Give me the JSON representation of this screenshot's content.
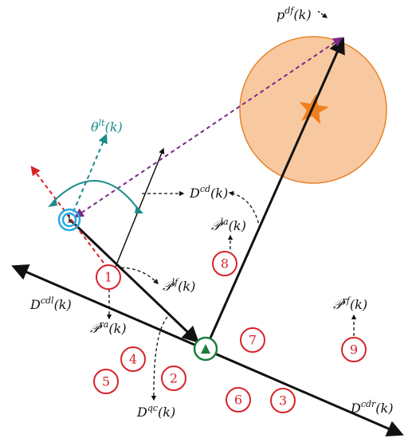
{
  "labels": {
    "p_df": {
      "main": "p",
      "sup": "df",
      "arg": "(k)"
    },
    "theta_lt": {
      "main": "θ",
      "sup": "lt",
      "arg": "(k)"
    },
    "D_cd": {
      "main": "D",
      "sup": "cd",
      "arg": "(k)"
    },
    "P_la": {
      "main": "𝒫",
      "sup": "la",
      "arg": "(k)"
    },
    "P_lf": {
      "main": "𝒫",
      "sup": "lf",
      "arg": "(k)"
    },
    "D_cdl": {
      "main": "D",
      "sup": "cdl",
      "arg": "(k)"
    },
    "P_ra": {
      "main": "𝒫",
      "sup": "ra",
      "arg": "(k)"
    },
    "P_rf": {
      "main": "𝒫",
      "sup": "rf",
      "arg": "(k)"
    },
    "D_qc": {
      "main": "D",
      "sup": "qc",
      "arg": "(k)"
    },
    "D_cdr": {
      "main": "D",
      "sup": "cdr",
      "arg": "(k)"
    }
  },
  "numbered_nodes": [
    "1",
    "2",
    "3",
    "4",
    "5",
    "6",
    "7",
    "8",
    "9"
  ],
  "colors": {
    "red": "#d8232a",
    "green": "#1e7e3a",
    "cyan": "#29a9e0",
    "teal": "#1a8a8a",
    "purple": "#7a2a8a",
    "orange_fill": "#f8c9a0",
    "orange_stroke": "#e8832a",
    "star": "#f07f1f"
  },
  "icons": {
    "target": "star-icon",
    "vehicle": "triangle-icon"
  }
}
